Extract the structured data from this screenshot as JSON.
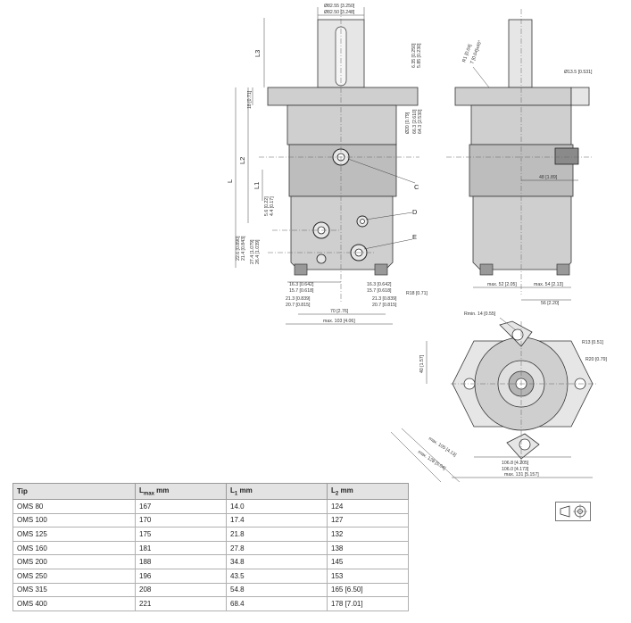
{
  "drawing": {
    "dims": {
      "d_top1": "Ø82.55 [3.250]",
      "d_top2": "Ø82.50 [3.248]",
      "l3": "L3",
      "h_flange1": "6.35 [0.250]",
      "h_flange2": "5.85 [0.230]",
      "h18": "18 [0.71]",
      "d20": "Ø20 [0.79]",
      "d663": "66.3 [2.610]",
      "d643": "64.3 [2.530]",
      "l2": "L2",
      "l1": "L1",
      "l": "L",
      "d56": "5.6 [0.22]",
      "d44": "4.4 [0.17]",
      "d226": "22.6 [0.890]",
      "d214": "21.4 [0.843]",
      "d274": "27.4 [1.079]",
      "d264": "26.4 [1.039]",
      "d163a": "16.3 [0.642]",
      "d157a": "15.7 [0.618]",
      "d213a": "21.3 [0.839]",
      "d207a": "20.7 [0.815]",
      "d163b": "16.3 [0.642]",
      "d157b": "15.7 [0.618]",
      "d213b": "21.3 [0.839]",
      "d207b": "20.7 [0.815]",
      "r18": "R18 [0.71]",
      "d70": "70 [2.76]",
      "max103": "max. 103 [4.06]",
      "r1": "R1 [0.04]",
      "t1": "T [0.04]x45°",
      "d135": "Ø13.5 [0.531]",
      "d48": "48 [1.89]",
      "max52": "max. 52 [2.05]",
      "max54": "max. 54 [2.13]",
      "d56b": "56 [2.20]",
      "rmin14": "Rmin. 14 [0.55]",
      "r13": "R13 [0.51]",
      "r20": "R20 [0.79]",
      "d40": "40 [1.57]",
      "d1068": "106.8 [4.205]",
      "d1060": "106.0 [4.173]",
      "max1056": "max. 105 [4.13]",
      "max128": "max. 128 [5.04]",
      "max131": "max. 131 [5.157]"
    },
    "labels": {
      "c": "C",
      "d": "D",
      "e": "E"
    }
  },
  "table": {
    "headers": [
      {
        "main": "Tip",
        "sub": "",
        "suffix": ""
      },
      {
        "main": "L",
        "sub": "max",
        "suffix": " mm"
      },
      {
        "main": "L",
        "sub": "1",
        "suffix": " mm"
      },
      {
        "main": "L",
        "sub": "2",
        "suffix": " mm"
      }
    ],
    "rows": [
      [
        "OMS 80",
        "167",
        "14.0",
        "124"
      ],
      [
        "OMS 100",
        "170",
        "17.4",
        "127"
      ],
      [
        "OMS 125",
        "175",
        "21.8",
        "132"
      ],
      [
        "OMS 160",
        "181",
        "27.8",
        "138"
      ],
      [
        "OMS 200",
        "188",
        "34.8",
        "145"
      ],
      [
        "OMS 250",
        "196",
        "43.5",
        "153"
      ],
      [
        "OMS 315",
        "208",
        "54.8",
        "165 [6.50]"
      ],
      [
        "OMS 400",
        "221",
        "68.4",
        "178 [7.01]"
      ]
    ]
  }
}
